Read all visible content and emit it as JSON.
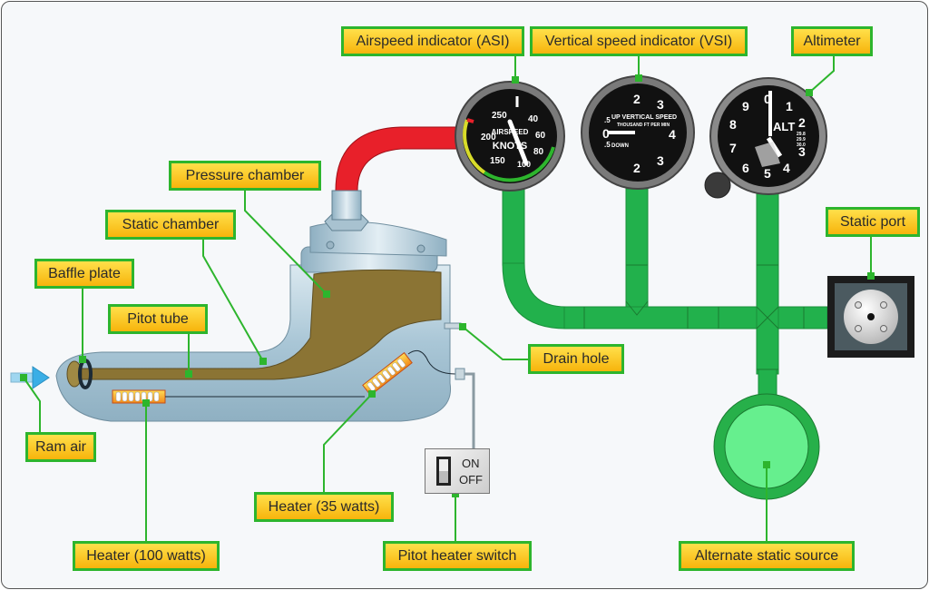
{
  "title": "Pitot-static system diagram",
  "labels": {
    "asi": "Airspeed indicator (ASI)",
    "vsi": "Vertical speed indicator (VSI)",
    "altimeter": "Altimeter",
    "pressure_chamber": "Pressure chamber",
    "static_chamber": "Static chamber",
    "baffle_plate": "Baffle plate",
    "pitot_tube": "Pitot tube",
    "static_port": "Static port",
    "drain_hole": "Drain hole",
    "ram_air": "Ram air",
    "heater_35": "Heater (35 watts)",
    "heater_100": "Heater (100 watts)",
    "pitot_heater_switch": "Pitot heater switch",
    "alternate_static_source": "Alternate static source"
  },
  "switch": {
    "on": "ON",
    "off": "OFF",
    "state": "off"
  },
  "gauges": {
    "asi": {
      "ticks": [
        "250",
        "200",
        "150",
        "40",
        "60",
        "80",
        "100"
      ],
      "caption1": "AIRSPEED",
      "caption2": "KNOTS"
    },
    "vsi": {
      "ticks": [
        "2",
        "3",
        "4",
        "3",
        "2",
        ".5",
        "0",
        ".5"
      ],
      "caption1": "UP VERTICAL SPEED",
      "caption2": "THOUSAND FT PER MIN",
      "down": "DOWN"
    },
    "alt": {
      "ticks": [
        "0",
        "1",
        "2",
        "3",
        "4",
        "5",
        "6",
        "7",
        "8",
        "9"
      ],
      "caption": "ALT",
      "kollsman": [
        "29.8",
        "29.9",
        "30.0"
      ]
    }
  },
  "colors": {
    "label_border": "#2db52d",
    "label_fill_top": "#ffe04a",
    "label_fill_bottom": "#f7b40c",
    "static_line": "#22b14c",
    "pitot_line": "#e8202a",
    "chamber_fill": "#8b7434",
    "body_fill": "#b9d3e0"
  }
}
